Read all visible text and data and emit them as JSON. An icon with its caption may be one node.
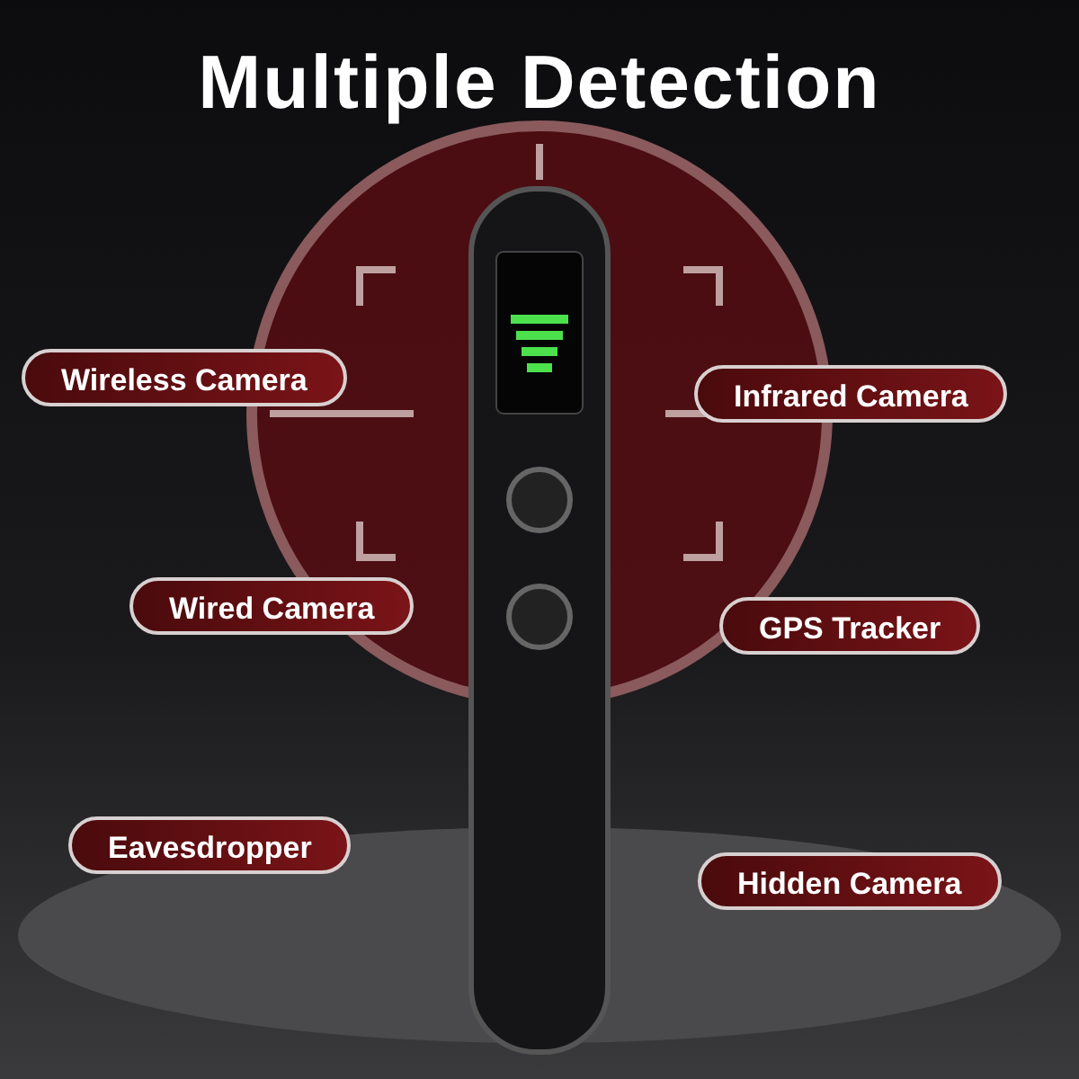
{
  "diagram": {
    "title": "Multiple Detection",
    "nodes": [
      {
        "text": [
          "Wireless Camera"
        ]
      },
      {
        "text": [
          "Infrared Camera"
        ]
      },
      {
        "text": [
          "Wired Camera"
        ]
      },
      {
        "text": [
          "GPS Tracker"
        ]
      },
      {
        "text": [
          "Eavesdropper"
        ]
      },
      {
        "text": [
          "Hidden Camera"
        ]
      }
    ]
  }
}
